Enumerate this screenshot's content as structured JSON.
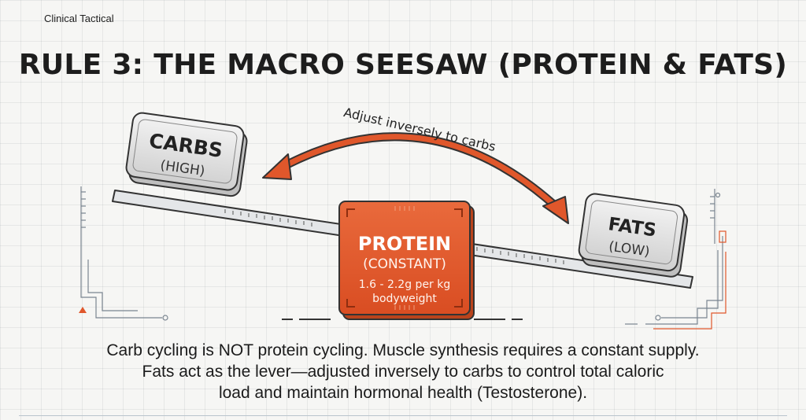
{
  "header": {
    "brand": "Clinical Tactical",
    "title": "RULE 3: THE MACRO SEESAW (PROTEIN & FATS)"
  },
  "diagram": {
    "arrow_label": "Adjust inversely to carbs",
    "carbs": {
      "name": "CARBS",
      "level": "(HIGH)"
    },
    "fats": {
      "name": "FATS",
      "level": "(LOW)"
    },
    "protein": {
      "name": "PROTEIN",
      "level": "(CONSTANT)",
      "amount_line1": "1.6 - 2.2g per kg",
      "amount_line2": "bodyweight"
    }
  },
  "description": {
    "line1": "Carb cycling is NOT protein cycling. Muscle synthesis requires a constant supply.",
    "line2": "Fats act as the lever—adjusted inversely to carbs to control total caloric",
    "line3": "load and maintain hormonal health (Testosterone)."
  },
  "colors": {
    "accent_orange": "#e0572b",
    "box_grey": "#dcdcdc",
    "outline": "#3a3a3a"
  }
}
